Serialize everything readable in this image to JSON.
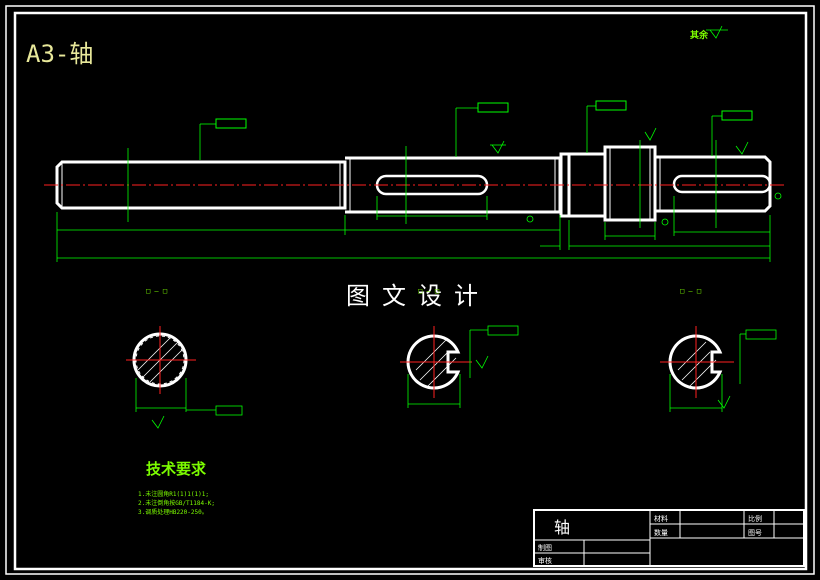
{
  "sheet": {
    "format_label": "A3-轴",
    "center_text": "图文设计",
    "roughness_label": "其余"
  },
  "requirements": {
    "title": "技术要求",
    "lines": [
      "1.未注圆角R1(1)1(1)1;",
      "2.未注倒角按GB/T1184-K;",
      "3.调质处理HB220-250。"
    ]
  },
  "sections": {
    "labels": [
      "□ — □",
      "□ — □",
      "□ — □"
    ]
  },
  "title_block": {
    "part_name": "轴",
    "material_label": "材料",
    "quantity_label": "数量",
    "scale_label": "比例",
    "drawing_no_label": "图号",
    "drawn_by_label": "制图",
    "checked_by_label": "审核"
  },
  "colors": {
    "outline": "#ffffff",
    "dimension": "#00ff00",
    "centerline": "#ff2020",
    "text": "#7CFC00"
  }
}
